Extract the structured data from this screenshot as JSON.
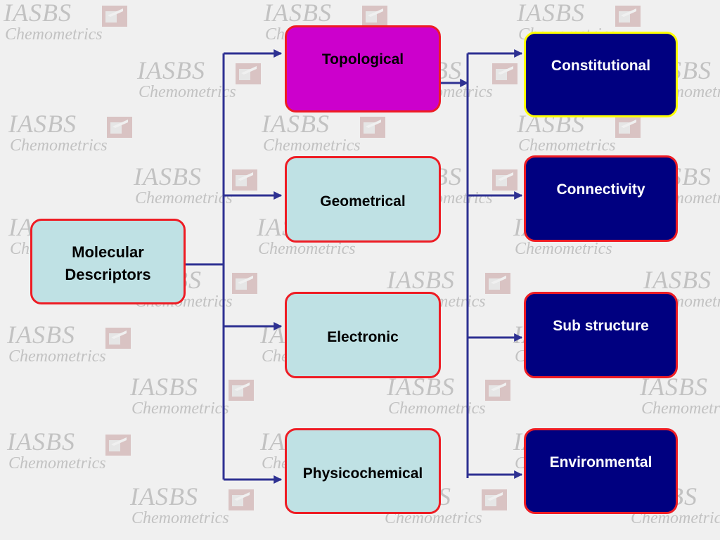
{
  "watermark": {
    "line1": "IASBS",
    "line2": "Chemometrics"
  },
  "colors": {
    "background": "#f0f0f0",
    "light_box": "#bfe1e4",
    "magenta_box": "#cc00cc",
    "navy_box": "#000080",
    "box_border": "#ee1c24",
    "highlight_border": "#ffff00",
    "connector": "#2e3192"
  },
  "root": {
    "line1": "Molecular",
    "line2": "Descriptors"
  },
  "categories": [
    {
      "label": "Topological"
    },
    {
      "label": "Geometrical"
    },
    {
      "label": "Electronic"
    },
    {
      "label": "Physicochemical"
    }
  ],
  "subcategories": [
    {
      "label": "Constitutional"
    },
    {
      "label": "Connectivity"
    },
    {
      "label": "Sub structure"
    },
    {
      "label": "Environmental"
    }
  ]
}
